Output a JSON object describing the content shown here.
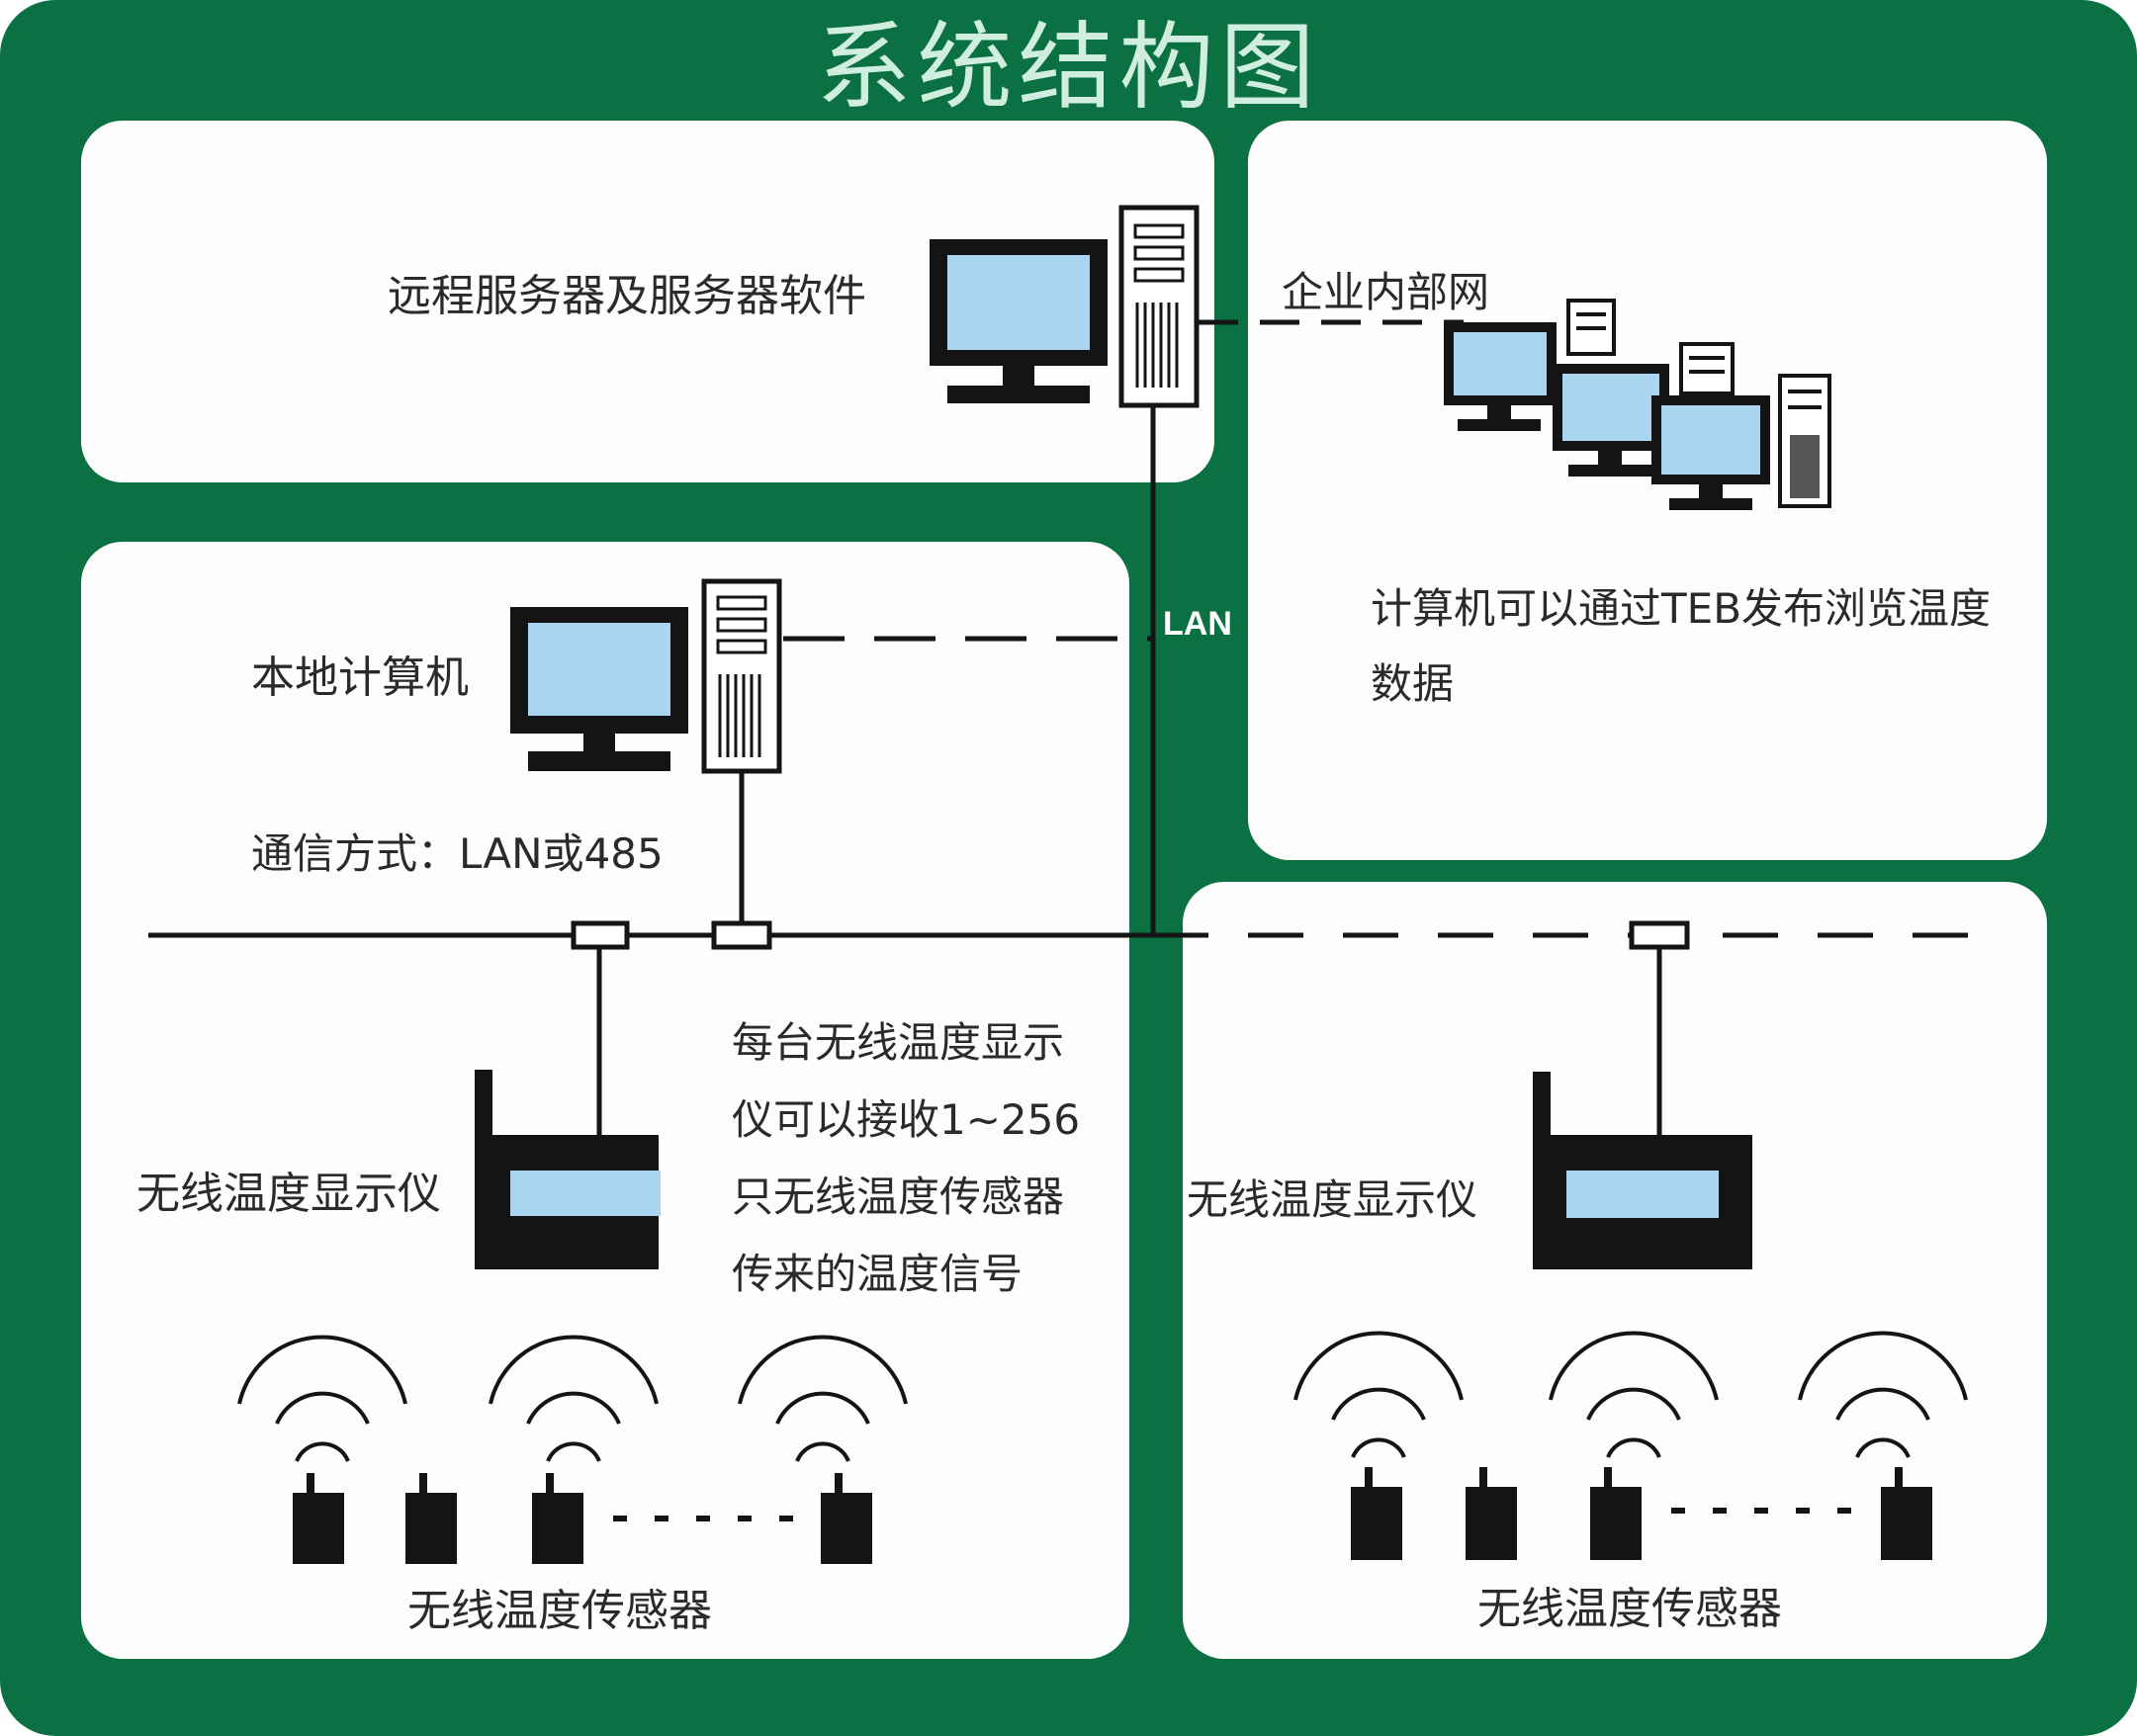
{
  "title": "系统结构图",
  "labels": {
    "remote_server": "远程服务器及服务器软件",
    "intranet": "企业内部网",
    "browse_note": "计算机可以通过TEB发布浏览温度数据",
    "lan": "LAN",
    "local_computer": "本地计算机",
    "comm_mode": "通信方式：LAN或485",
    "display_note": "每台无线温度显示仪可以接收1~256只无线温度传感器传来的温度信号",
    "display_left": "无线温度显示仪",
    "display_right": "无线温度显示仪",
    "sensors_left": "无线温度传感器",
    "sensors_right": "无线温度传感器"
  },
  "colors": {
    "frame": "#0b7042",
    "screen": "#a9d4f2",
    "device": "#141414",
    "title": "#cfeee0"
  }
}
